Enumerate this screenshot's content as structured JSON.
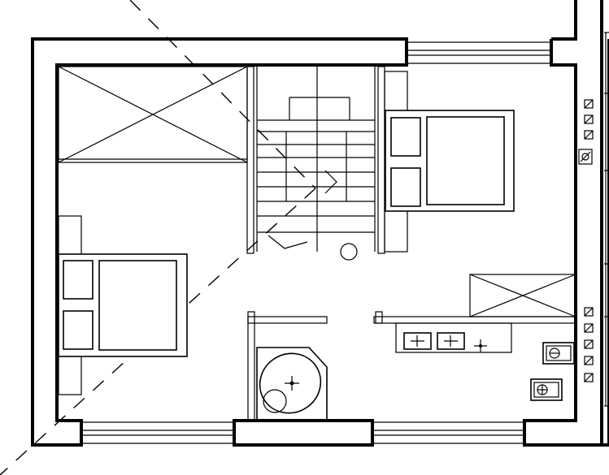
{
  "drawing": {
    "type": "architectural-floor-plan",
    "background": "#ffffff",
    "line_color": "#000000",
    "rooms": [
      "stairwell",
      "bedroom-left",
      "bedroom-right",
      "bathroom",
      "kitchenette"
    ],
    "symbols": [
      "double-bed",
      "wardrobe",
      "staircase",
      "corner-bathtub",
      "sink",
      "toilet",
      "bidet",
      "shower-tray",
      "window",
      "ventilation-duct"
    ]
  }
}
